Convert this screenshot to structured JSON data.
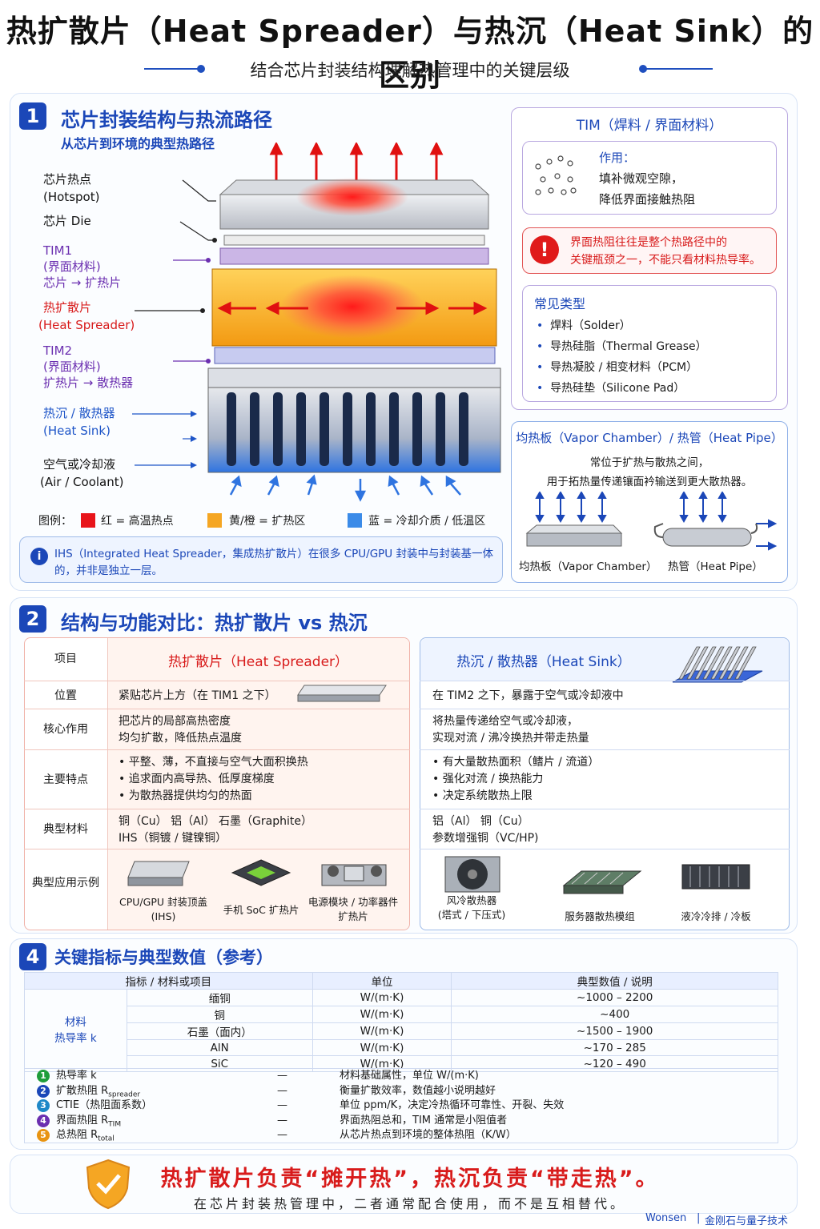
{
  "title": "热扩散片（Heat Spreader）与热沉（Heat Sink）的区别",
  "subtitle": "结合芯片封装结构理解热管理中的关键层级",
  "sec1": {
    "num": "1",
    "title": "芯片封装结构与热流路径",
    "subtitle": "从芯片到环境的典型热路径",
    "labels": {
      "hotspot": "芯片热点",
      "hotspot_en": "(Hotspot)",
      "die": "芯片 Die",
      "tim1": "TIM1",
      "tim1_sub": "(界面材料)",
      "tim1_path": "芯片 → 扩热片",
      "hs": "热扩散片",
      "hs_en": "(Heat Spreader)",
      "tim2": "TIM2",
      "tim2_sub": "(界面材料)",
      "tim2_path": "扩热片 → 散热器",
      "sink": "热沉 / 散热器",
      "sink_en": "(Heat Sink)",
      "air": "空气或冷却液",
      "air_en": "(Air / Coolant)"
    },
    "legend": {
      "title": "图例：",
      "red": "红 = 高温热点",
      "yellow": "黄/橙 = 扩热区",
      "blue": "蓝 = 冷却介质 / 低温区"
    },
    "note": "IHS（Integrated Heat Spreader，集成热扩散片）在很多 CPU/GPU 封装中与封装基一体的，并非是独立一层。"
  },
  "tim": {
    "title": "TIM（焊料 / 界面材料）",
    "role_title": "作用：",
    "role_l1": "填补微观空隙，",
    "role_l2": "降低界面接触热阻",
    "warn_l1": "界面热阻往往是整个热路径中的",
    "warn_l2": "关键瓶颈之一，不能只看材料热导率。",
    "types_title": "常见类型",
    "types": [
      "焊料（Solder）",
      "导热硅脂（Thermal Grease）",
      "导热凝胶 / 相变材料（PCM）",
      "导热硅垫（Silicone Pad）"
    ]
  },
  "vc": {
    "title": "均热板（Vapor Chamber）/ 热管（Heat Pipe）",
    "desc_l1": "常位于扩热与散热之间，",
    "desc_l2": "用于拓热量传递镶面衿输送到更大散热器。",
    "vc_label": "均热板（Vapor Chamber）",
    "hp_label": "热管（Heat Pipe）"
  },
  "sec2": {
    "num": "2",
    "title": "结构与功能对比：热扩散片 vs 热沉",
    "col_item": "项目",
    "col_hs": "热扩散片（Heat Spreader）",
    "col_sink": "热沉 / 散热器（Heat Sink）",
    "rows": [
      {
        "item": "位置",
        "hs": [
          "紧贴芯片上方（在 TIM1 之下）"
        ],
        "sink": [
          "在 TIM2 之下，暴露于空气或冷却液中"
        ]
      },
      {
        "item": "核心作用",
        "hs": [
          "把芯片的局部高热密度",
          "均匀扩散，降低热点温度"
        ],
        "sink": [
          "将热量传递给空气或冷却液，",
          "实现对流 / 沸冷换热并带走热量"
        ]
      },
      {
        "item": "主要特点",
        "hs": [
          "• 平整、薄，不直接与空气大面积换热",
          "• 追求面内高导热、低厚度梯度",
          "• 为散热器提供均匀的热面"
        ],
        "sink": [
          "• 有大量散热面积（鳍片 / 流道）",
          "• 强化对流 / 换热能力",
          "• 决定系统散热上限"
        ]
      },
      {
        "item": "典型材料",
        "hs": [
          "铜（Cu）  铝（Al）    石墨（Graphite）",
          "IHS（铜镀 / 键镍铜）"
        ],
        "sink": [
          "铝（Al）    铜（Cu）",
          "参数增强铜（VC/HP)"
        ]
      },
      {
        "item": "典型应用示例",
        "hs": [],
        "sink": []
      }
    ],
    "apps_hs": [
      {
        "l1": "CPU/GPU 封装顶盖",
        "l2": "(IHS)"
      },
      {
        "l1": "手机 SoC 扩热片",
        "l2": ""
      },
      {
        "l1": "电源模块 / 功率器件",
        "l2": "扩热片"
      }
    ],
    "apps_sink": [
      {
        "l1": "风冷散热器",
        "l2": "(塔式 / 下压式)"
      },
      {
        "l1": "服务器散热模组",
        "l2": ""
      },
      {
        "l1": "液冷冷排 / 冷板",
        "l2": ""
      }
    ]
  },
  "sec4": {
    "num": "4",
    "title": "关键指标与典型数值（参考）",
    "headers": [
      "指标 / 材料或项目",
      "单位",
      "典型数值 / 说明"
    ],
    "group_l1": "材料",
    "group_l2": "热导率 k",
    "materials": [
      {
        "name": "缅铜",
        "unit": "W/(m·K)",
        "value": "~1000 – 2200"
      },
      {
        "name": "铜",
        "unit": "W/(m·K)",
        "value": "~400"
      },
      {
        "name": "石墨（面内）",
        "unit": "W/(m·K)",
        "value": "~1500 – 1900"
      },
      {
        "name": "AlN",
        "unit": "W/(m·K)",
        "value": "~170 – 285"
      },
      {
        "name": "SiC",
        "unit": "W/(m·K)",
        "value": "~120 – 490"
      }
    ],
    "metrics": [
      {
        "n": "1",
        "color": "#1f9d3a",
        "name": "热导率 k",
        "sub": "",
        "unit": "—",
        "desc": "材料基础属性，单位 W/(m·K)"
      },
      {
        "n": "2",
        "color": "#1b47b8",
        "name": "扩散热阻 R",
        "sub": "spreader",
        "unit": "—",
        "desc": "衡量扩散效率，数值越小说明越好"
      },
      {
        "n": "3",
        "color": "#1e88c8",
        "name": "CTIE（热阻面系数）",
        "sub": "",
        "unit": "—",
        "desc": "单位 ppm/K，决定冷热循环可靠性、开裂、失效"
      },
      {
        "n": "4",
        "color": "#6b2fb0",
        "name": "界面热阻 R",
        "sub": "TIM",
        "unit": "—",
        "desc": "界面热阻总和，TIM 通常是小阻值者"
      },
      {
        "n": "5",
        "color": "#e89412",
        "name": "总热阻 R",
        "sub": "total",
        "unit": "—",
        "desc": "从芯片热点到环境的整体热阻（K/W）"
      }
    ]
  },
  "footer": {
    "main": "热扩散片负责“摊开热”，热沉负责“带走热”。",
    "sub": "在芯片封装热管理中，二者通常配合使用，而不是互相替代。",
    "brand": "Wonsen",
    "brand2": "金刚石与量子技术"
  },
  "colors": {
    "accent": "#1b47b8",
    "red": "#d81b1b",
    "orange": "#f5a623",
    "blue": "#3b8be8",
    "purple": "#6b2fb0"
  }
}
